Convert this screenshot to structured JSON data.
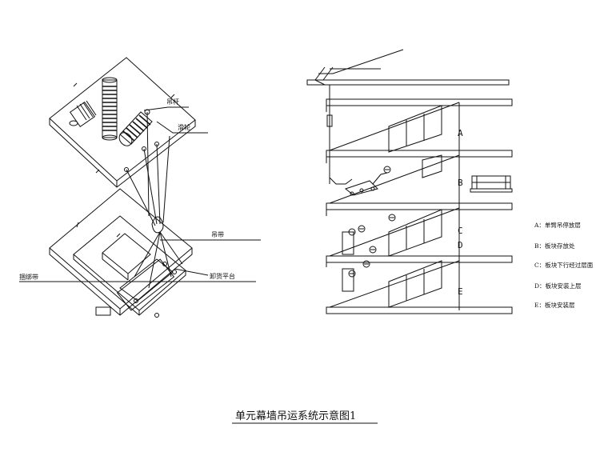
{
  "left_labels": {
    "rod": "吊杆",
    "hoist": "滑轮",
    "sling": "吊带",
    "strap": "捆绑带",
    "platform": "卸货平台"
  },
  "floors": [
    "A",
    "B",
    "C",
    "D",
    "E"
  ],
  "legend": [
    "A：单臂吊停放层",
    "B：板块存放处",
    "C：板块下行经过层面",
    "D：板块安装上层",
    "E：板块安装层"
  ],
  "title": "单元幕墙吊运系统示意图1"
}
